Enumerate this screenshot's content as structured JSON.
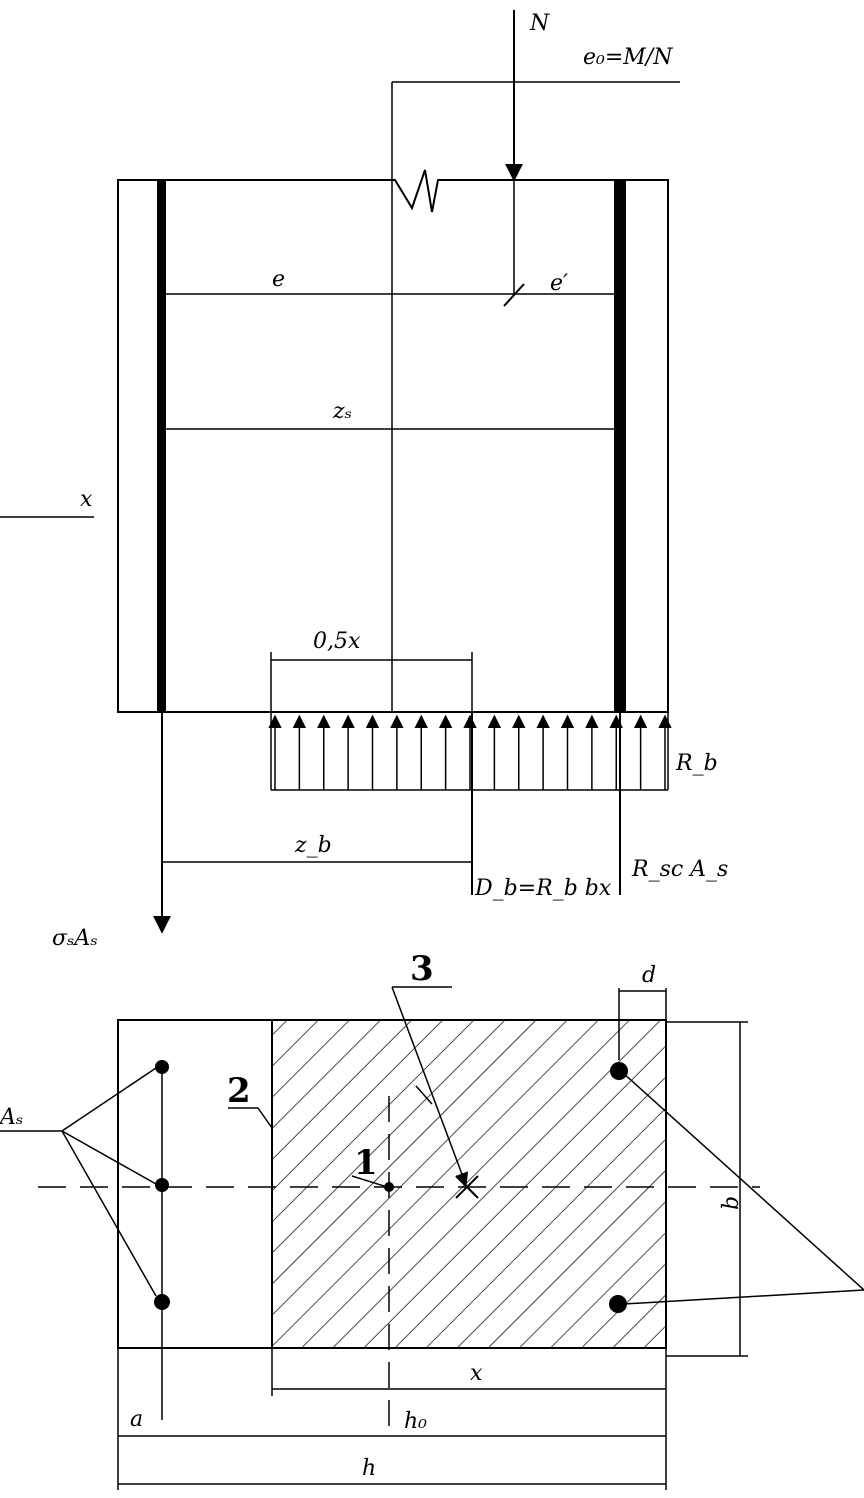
{
  "labels": {
    "force_n": "N",
    "eccentricity_e0": "e₀=M/N",
    "distance_e": "e",
    "distance_e_prime": "e′",
    "lever_zs": "zₛ",
    "height_x_left": "x",
    "half_x": "0,5x",
    "rb": "R_b",
    "lever_zb": "z_b",
    "db": "D_b=R_b bx",
    "rsc_as": "R_sc A_s",
    "sigma_as": "σₛAₛ",
    "callout_3": "3",
    "callout_2": "2",
    "callout_1": "1",
    "bar_d": "d",
    "as_label": "Aₛ",
    "width_b": "b",
    "depth_x": "x",
    "cover_a": "a",
    "eff_depth_h0": "h₀",
    "total_h": "h"
  },
  "colors": {
    "ink": "#000000",
    "paper": "#ffffff"
  }
}
